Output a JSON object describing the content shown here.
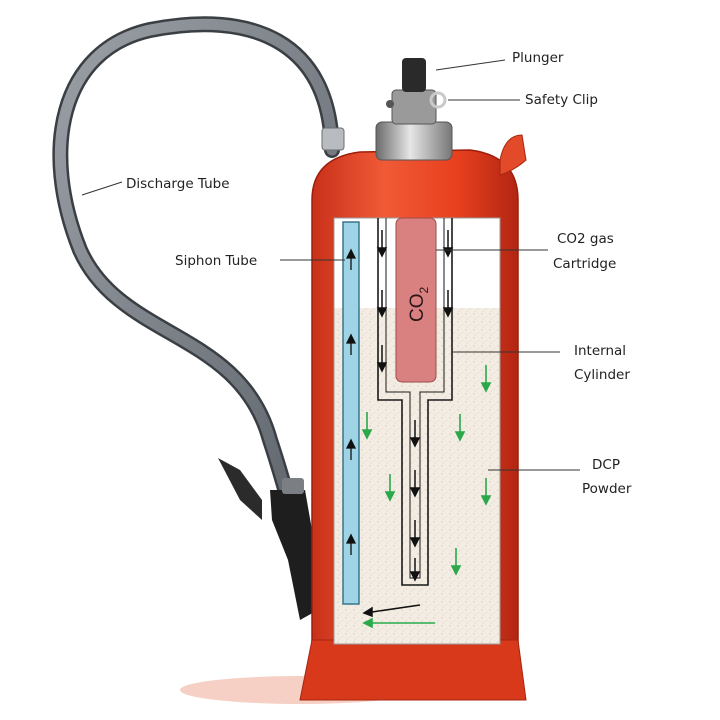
{
  "labels": {
    "plunger": "Plunger",
    "safety_clip": "Safety Clip",
    "discharge_tube": "Discharge Tube",
    "siphon_tube": "Siphon Tube",
    "co2_cartridge_line1": "CO2 gas",
    "co2_cartridge_line2": "Cartridge",
    "internal_cylinder_line1": "Internal",
    "internal_cylinder_line2": "Cylinder",
    "dcp_powder_line1": "DCP",
    "dcp_powder_line2": "Powder",
    "co2_main": "CO",
    "co2_sub": "2"
  },
  "colors": {
    "body_red": "#e8401f",
    "gas_arrow": "#111111",
    "powder_arrow": "#2aa84a",
    "siphon_blue": "#9fd3e6",
    "cartridge": "#d98080",
    "powder": "#f3ece2"
  }
}
